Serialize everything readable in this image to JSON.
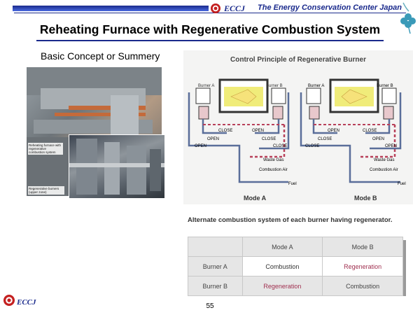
{
  "header": {
    "brand": "ECCJ",
    "org": "The Energy Conservation Center Japan"
  },
  "title": "Reheating Furnace with Regenerative Combustion System",
  "subtitle": "Basic Concept or Summery",
  "photos": {
    "caption_top": "Reheating furnace with regenerative combustion system",
    "caption_bottom": "Regenerative burners (upper zone)"
  },
  "diagram": {
    "title": "Control Principle of Regenerative Burner",
    "burner_a": "Burner A",
    "burner_b": "Burner B",
    "open": "OPEN",
    "close": "CLOSE",
    "legend": {
      "waste_gas": "Waste Gas",
      "combustion_air": "Combustion Air",
      "fuel": "Fuel"
    },
    "mode_a": "Mode A",
    "mode_b": "Mode B",
    "colors": {
      "waste_gas": "#b8405a",
      "combustion_air": "#5a6e9a",
      "fuel": "#5a6e9a",
      "furnace_fill": "#f0ec7a"
    }
  },
  "alt_note": "Alternate combustion system of each burner having regenerator.",
  "table": {
    "headers": [
      "",
      "Mode A",
      "Mode B"
    ],
    "rows": [
      [
        "Burner A",
        "Combustion",
        "Regeneration"
      ],
      [
        "Burner B",
        "Regeneration",
        "Combustion"
      ]
    ]
  },
  "footer": {
    "brand": "ECCJ",
    "page": "55"
  }
}
